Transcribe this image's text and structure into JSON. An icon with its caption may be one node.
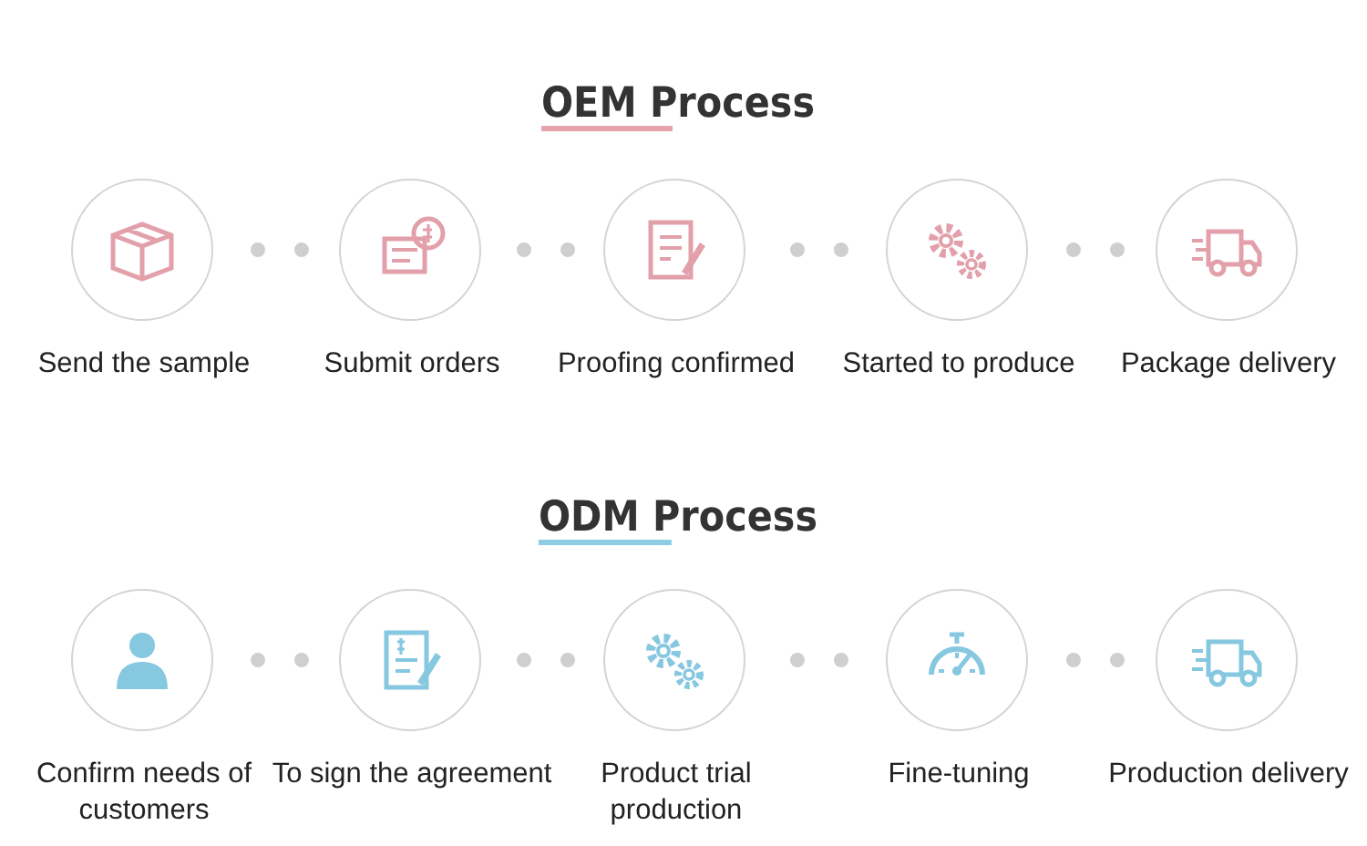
{
  "diagram": {
    "nodes": [
      {
        "text": [
          "Send the sample"
        ]
      },
      {
        "text": [
          "Submit orders"
        ]
      },
      {
        "text": [
          "Proofing confirmed"
        ]
      },
      {
        "text": [
          "Started to produce"
        ]
      },
      {
        "text": [
          "Package delivery"
        ]
      },
      {
        "text": [
          "Confirm needs of customers"
        ]
      },
      {
        "text": [
          "To sign the agreement"
        ]
      },
      {
        "text": [
          "Product trial production"
        ]
      },
      {
        "text": [
          "Fine-tuning"
        ]
      },
      {
        "text": [
          "Production delivery"
        ]
      }
    ],
    "edges": [
      {
        "from": 0,
        "to": 1,
        "arrow": "none"
      },
      {
        "from": 1,
        "to": 2,
        "arrow": "none"
      },
      {
        "from": 2,
        "to": 3,
        "arrow": "none"
      },
      {
        "from": 3,
        "to": 4,
        "arrow": "none"
      },
      {
        "from": 5,
        "to": 6,
        "arrow": "none"
      },
      {
        "from": 6,
        "to": 7,
        "arrow": "none"
      },
      {
        "from": 7,
        "to": 8,
        "arrow": "none"
      },
      {
        "from": 8,
        "to": 9,
        "arrow": "none"
      }
    ],
    "labels": [
      "OEM Process",
      "ODM Process"
    ]
  }
}
